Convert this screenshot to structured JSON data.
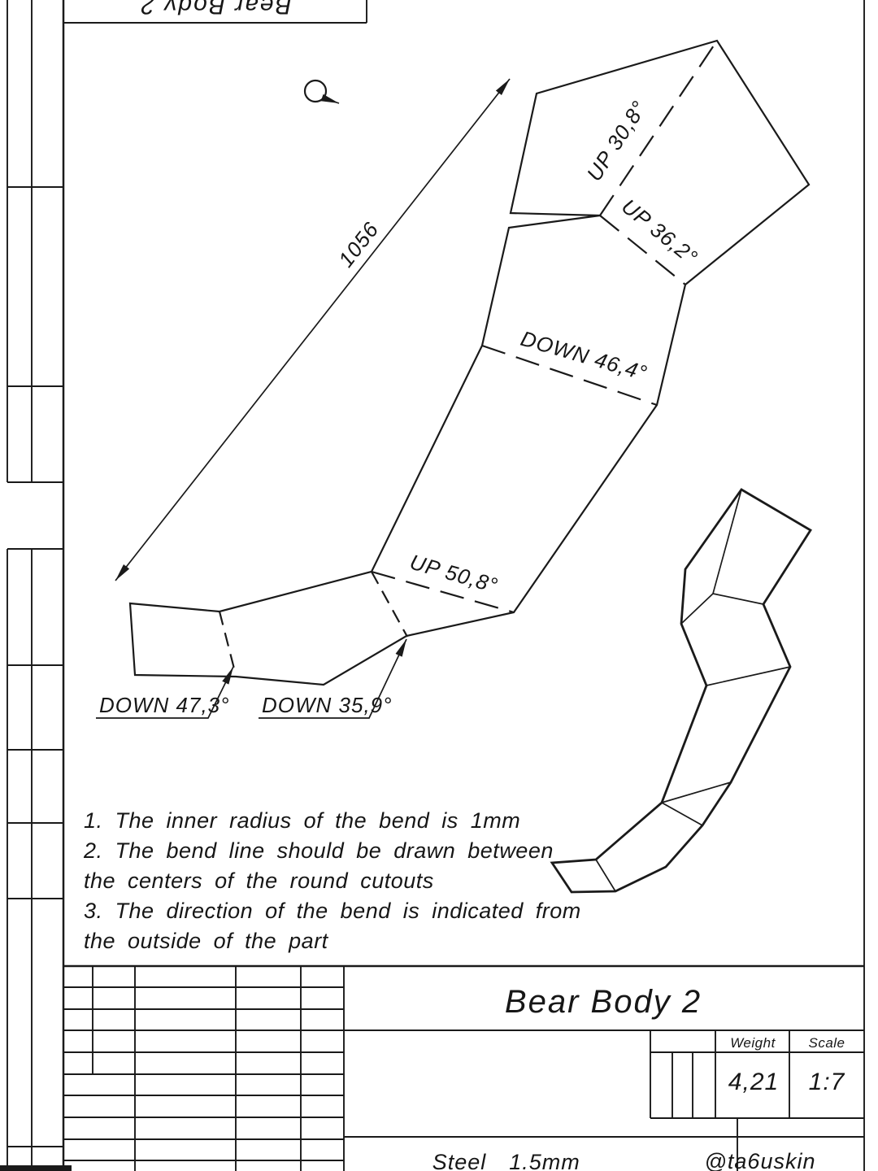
{
  "drawing": {
    "part_name": "Bear Body 2",
    "flipped_header": "Bear Body 2",
    "dimension": {
      "length": "1056"
    },
    "bend_labels": {
      "up_30_8": "UP 30,8°",
      "up_36_2": "UP 36,2°",
      "down_46_4": "DOWN 46,4°",
      "up_50_8": "UP 50,8°",
      "down_47_3": "DOWN 47,3°",
      "down_35_9": "DOWN 35,9°"
    },
    "notes": [
      "1. The inner radius of the bend is 1mm",
      "2. The bend line should be drawn between",
      "the centers of the round cutouts",
      "3. The direction of the bend is indicated from",
      "the outside of the part"
    ],
    "title_block": {
      "title": "Bear Body 2",
      "weight_label": "Weight",
      "scale_label": "Scale",
      "weight_value": "4,21",
      "scale_value": "1:7",
      "material": "Steel",
      "thickness": "1.5mm",
      "author": "@ta6uskin"
    },
    "icons": {
      "view_direction": "view-direction-arrow-icon"
    },
    "colors": {
      "line": "#1a1a1a",
      "background": "#ffffff"
    }
  }
}
